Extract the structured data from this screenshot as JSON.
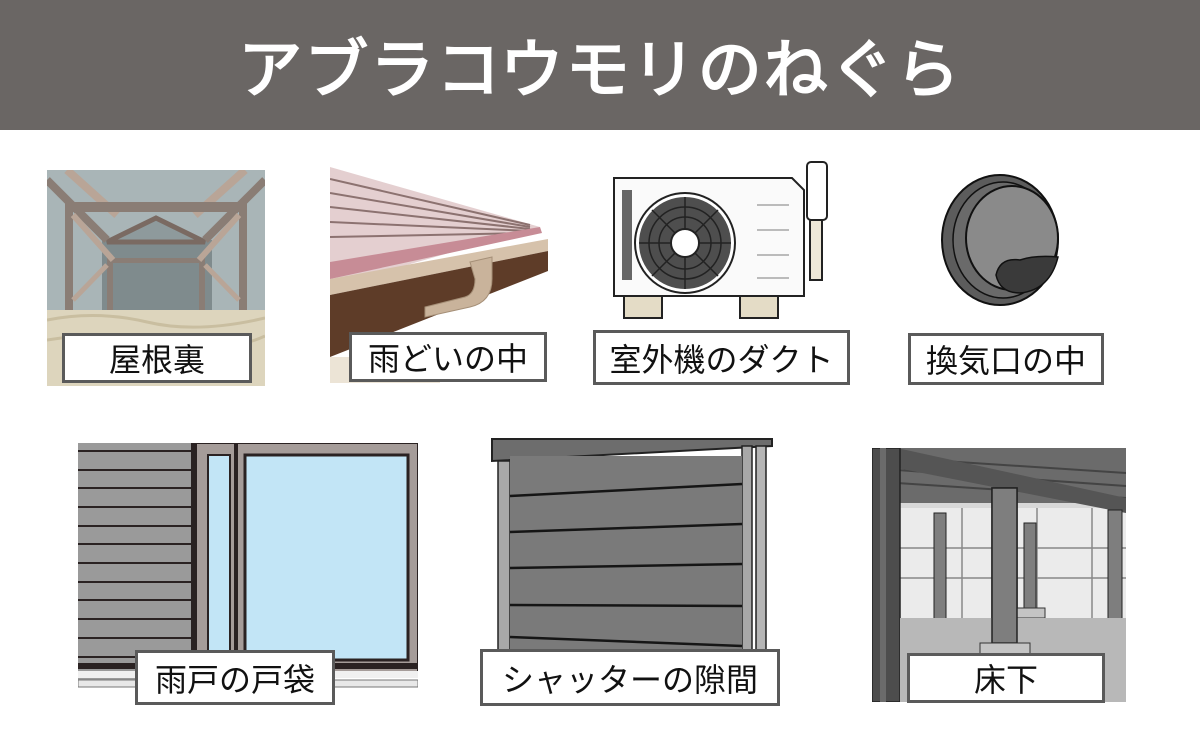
{
  "header": {
    "title": "アブラコウモリのねぐら",
    "background": "#6a6664",
    "text_color": "#ffffff"
  },
  "items": [
    {
      "label": "屋根裏",
      "illustration": "attic-icon"
    },
    {
      "label": "雨どいの中",
      "illustration": "rain-gutter-icon"
    },
    {
      "label": "室外機のダクト",
      "illustration": "ac-outdoor-unit-icon"
    },
    {
      "label": "換気口の中",
      "illustration": "vent-hood-icon"
    },
    {
      "label": "雨戸の戸袋",
      "illustration": "shutter-box-window-icon"
    },
    {
      "label": "シャッターの隙間",
      "illustration": "rolling-shutter-icon"
    },
    {
      "label": "床下",
      "illustration": "underfloor-icon"
    }
  ]
}
